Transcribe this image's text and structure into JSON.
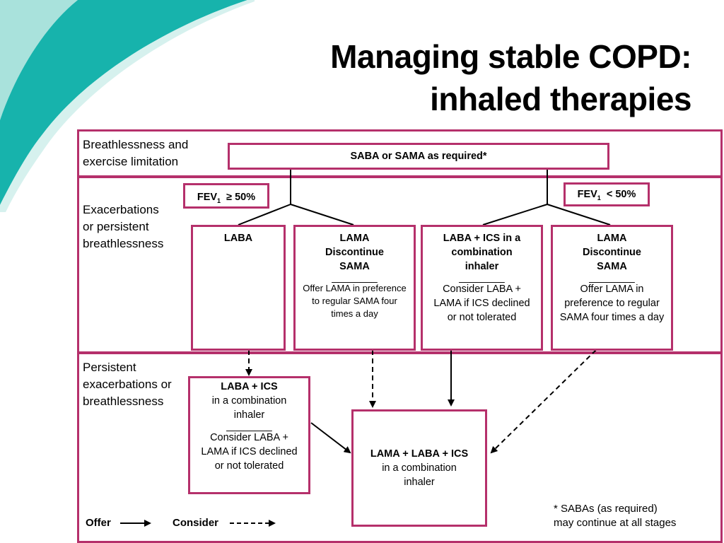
{
  "title": {
    "line1": "Managing stable COPD:",
    "line2": "inhaled therapies"
  },
  "rows": [
    {
      "label_line1": "Breathlessness and",
      "label_line2": "exercise limitation"
    },
    {
      "label_line1": "Exacerbations",
      "label_line2": "or persistent",
      "label_line3": "breathlessness"
    },
    {
      "label_line1": "Persistent",
      "label_line2": "exacerbations or",
      "label_line3": "breathlessness"
    }
  ],
  "top_box": {
    "text": "SABA or SAMA as required*"
  },
  "fev_high": {
    "label": "FEV",
    "sub": "1",
    "cond": "≥ 50%"
  },
  "fev_low": {
    "label": "FEV",
    "sub": "1",
    "cond": "< 50%"
  },
  "boxes": {
    "laba": {
      "title": "LABA"
    },
    "lama_high": {
      "l1": "LAMA",
      "l2": "Discontinue",
      "l3": "SAMA",
      "sep": "________",
      "note": "Offer LAMA in preference to regular SAMA four times a day"
    },
    "laba_ics": {
      "l1": "LABA  + ICS in a",
      "l2": "combination",
      "l3": "inhaler",
      "sep": "________",
      "note": "Consider LABA + LAMA if ICS declined or not tolerated"
    },
    "lama_low": {
      "l1": "LAMA",
      "l2": "Discontinue",
      "l3": "SAMA",
      "sep": "________",
      "note": "Offer LAMA in preference to regular SAMA four times a day"
    },
    "laba_ics_combo": {
      "l1": "LABA  + ICS",
      "l2": "in a combination inhaler",
      "sep": "________",
      "note": "Consider LABA + LAMA if ICS declined or not tolerated"
    },
    "triple": {
      "l1": "LAMA + LABA + ICS",
      "l2": "in a combination inhaler"
    }
  },
  "legend": {
    "offer": "Offer",
    "consider": "Consider"
  },
  "footnote": {
    "line1": "* SABAs (as required)",
    "line2": "may continue at all stages"
  },
  "colors": {
    "border": "#b5306b",
    "teal": "#17b3ac",
    "teal_light": "#a9e2dc"
  }
}
